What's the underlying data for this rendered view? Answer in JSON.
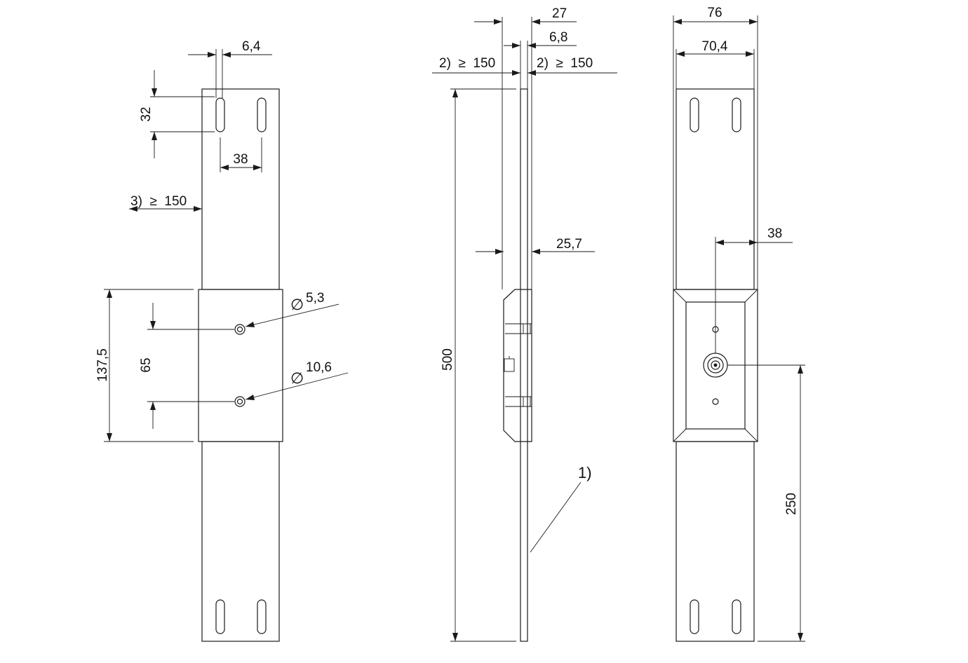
{
  "front_view": {
    "slot_width": "6,4",
    "slot_length": "32",
    "slot_spacing": "38",
    "clearance": "3)  ≥  150",
    "housing_height": "137,5",
    "hole_spacing": "65",
    "hole_small_dia": "5,3",
    "hole_large_dia": "10,6"
  },
  "side_view": {
    "overall_thickness": "27",
    "plate_thickness": "6,8",
    "clearance_left": "2)  ≥  150",
    "clearance_right": "2)  ≥  150",
    "length": "500",
    "housing_depth": "25,7",
    "note_ref": "1)"
  },
  "rear_view": {
    "width_outer": "76",
    "width_inner": "70,4",
    "center_offset": "38",
    "sensor_height": "250"
  }
}
